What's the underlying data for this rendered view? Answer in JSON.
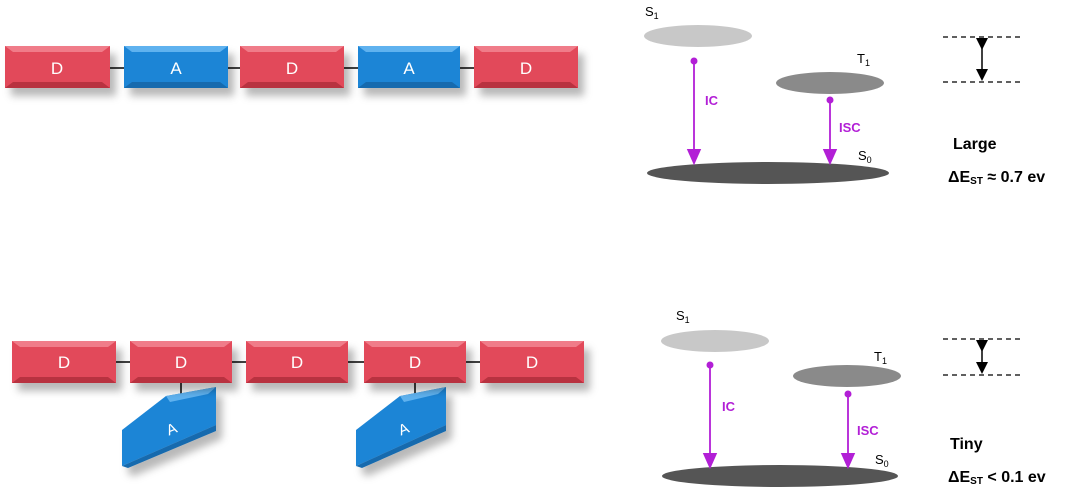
{
  "colors": {
    "donor": "#e24a5a",
    "acceptor": "#1f85d6",
    "transition": "#b21fd6",
    "s1": "#c8c8c8",
    "t1": "#8a8a8a",
    "s0": "#555555"
  },
  "top_panel": {
    "chain": [
      "D",
      "A",
      "D",
      "A",
      "D"
    ],
    "levels": {
      "s1": {
        "main": "S",
        "sub": "1"
      },
      "t1": {
        "main": "T",
        "sub": "1"
      },
      "s0": {
        "main": "S",
        "sub": "0"
      }
    },
    "ic_label": "IC",
    "isc_label": "ISC",
    "gap_word": "Large",
    "gap_formula": {
      "prefix": "ΔE",
      "sub": "ST",
      "suffix": " ≈ 0.7 ev"
    }
  },
  "bottom_panel": {
    "chain": [
      "D",
      "D",
      "D",
      "D",
      "D"
    ],
    "pendants": [
      "A",
      "A"
    ],
    "levels": {
      "s1": {
        "main": "S",
        "sub": "1"
      },
      "t1": {
        "main": "T",
        "sub": "1"
      },
      "s0": {
        "main": "S",
        "sub": "0"
      }
    },
    "ic_label": "IC",
    "isc_label": "ISC",
    "gap_word": "Tiny",
    "gap_formula": {
      "prefix": "ΔE",
      "sub": "ST",
      "suffix": " < 0.1 ev"
    }
  }
}
